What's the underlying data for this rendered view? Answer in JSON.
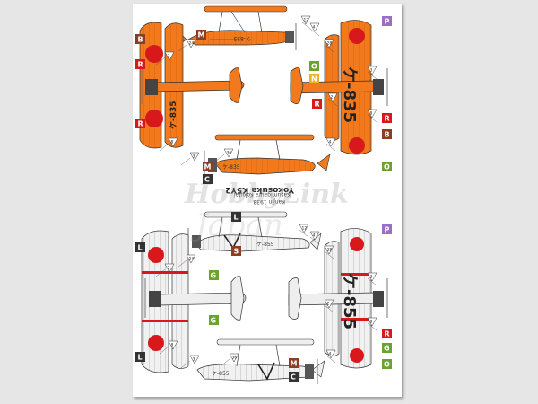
{
  "sheet": {
    "title": "Yokosuka K5Y2",
    "subtitle": "Kasumigaura Kokutai",
    "subtitle2": "Kanjin 1938"
  },
  "watermark": {
    "line1": "HobbyLink",
    "line2": "Japan"
  },
  "codes": {
    "top_large": "ケ-835",
    "top_small": "ケ-835",
    "bottom_large": "ケ-855",
    "bottom_small": "ケ-855"
  },
  "colors": {
    "orange": "#f27a1c",
    "orange_dark": "#c95a10",
    "silver": "#eeeeee",
    "hinomaru": "#d7191c",
    "badge_B": "#8b3f22",
    "badge_M": "#8b3f22",
    "badge_R": "#d7191c",
    "badge_N": "#f0b020",
    "badge_O": "#6aa32f",
    "badge_G": "#6aa32f",
    "badge_P": "#9b6fc2",
    "badge_C": "#333333",
    "badge_L": "#333333",
    "badge_S": "#8b3f22"
  },
  "badges": {
    "B": "B",
    "M": "M",
    "R": "R",
    "N": "N",
    "O": "O",
    "G": "G",
    "P": "P",
    "C": "C",
    "L": "L",
    "S": "S"
  },
  "callout_numbers": [
    "2",
    "3",
    "4",
    "8",
    "12",
    "24",
    "28",
    "36"
  ]
}
